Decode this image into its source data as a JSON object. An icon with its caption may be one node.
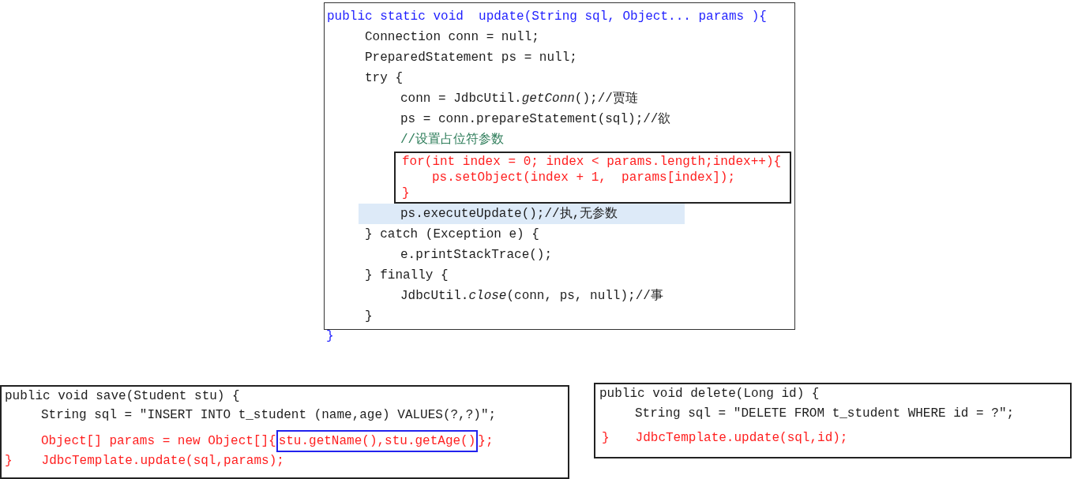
{
  "diagram": {
    "nodes": [
      {
        "text": [
          "public static void  update(String sql, Object... params ){",
          "Connection conn = null;",
          "PreparedStatement ps = null;",
          "try {",
          "conn = JdbcUtil.*getConn*();//贾琏",
          "ps = conn.prepareStatement(sql);//欲",
          "//设置占位符参数",
          "ps.executeUpdate();//执,无参数",
          "} catch (Exception e) {",
          "e.printStackTrace();",
          "} finally {",
          "JdbcUtil.*close*(conn, ps, null);//事",
          "}",
          "}"
        ]
      },
      {
        "text": [
          "for(int index = 0; index < params.length;index++){",
          "ps.setObject(index + 1,  params[index]);",
          "}"
        ],
        "in": 0
      },
      {
        "text": [
          "public void save(Student stu) {",
          "String sql = \"INSERT INTO t_student (name,age) VALUES(?,?)\";",
          "Object[] params = new Object[]{",
          "};",
          "}",
          "JdbcTemplate.update(sql,params);"
        ]
      },
      {
        "text": [
          "stu.getName(),stu.getAge()"
        ],
        "in": 2
      },
      {
        "text": [
          "public void delete(Long id) {",
          "String sql = \"DELETE FROM t_student WHERE id = ?\";",
          "}",
          "JdbcTemplate.update(sql,id);"
        ]
      }
    ]
  }
}
